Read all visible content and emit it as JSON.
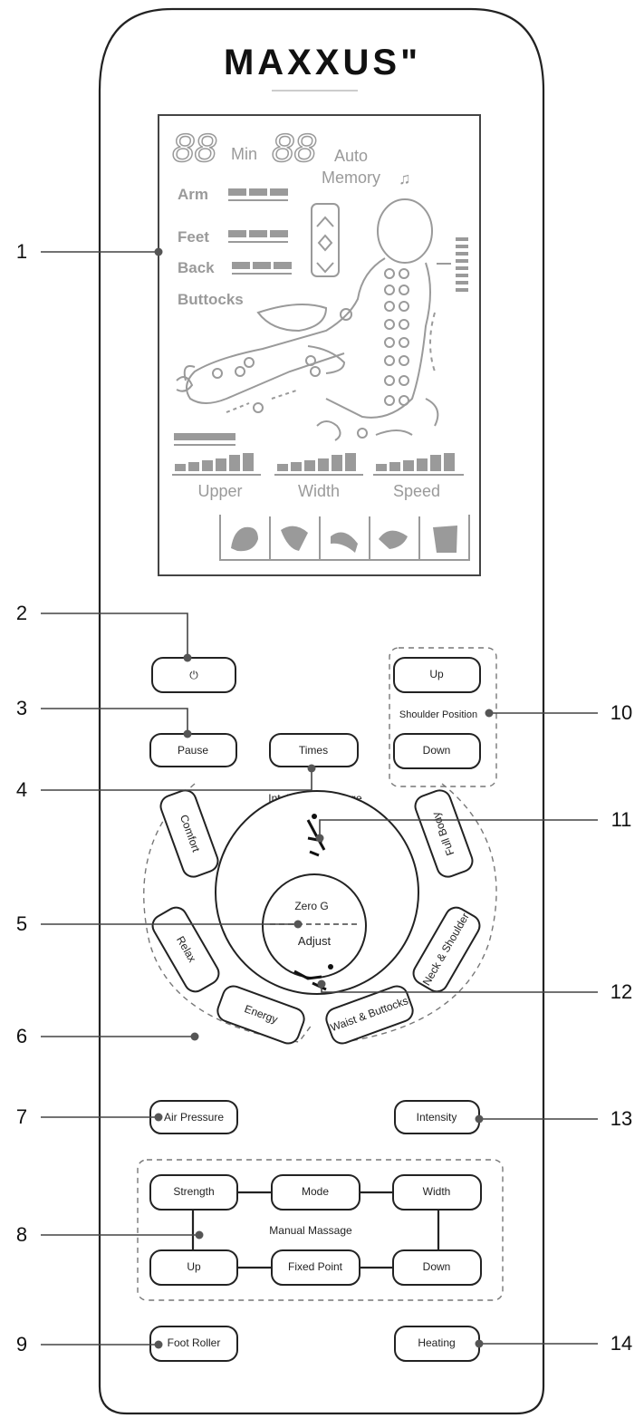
{
  "brand": "MAXXUS\"",
  "lcd": {
    "digits_left": "88",
    "unit_min": "Min",
    "digits_right": "88",
    "auto": "Auto",
    "memory": "Memory",
    "music_icon": "♫",
    "arm": "Arm",
    "feet": "Feet",
    "back": "Back",
    "buttocks": "Buttocks",
    "upper": "Upper",
    "width": "Width",
    "speed": "Speed"
  },
  "buttons": {
    "power": "⏻",
    "pause": "Pause",
    "times": "Times",
    "intelligent_massage": "Intelligent Massage",
    "shoulder_up": "Up",
    "shoulder_position": "Shoulder Position",
    "shoulder_down": "Down",
    "comfort": "Comfort",
    "relax": "Relax",
    "energy": "Energy",
    "waist_buttocks": "Waist & Buttocks",
    "neck_shoulder": "Neck & Shoulder",
    "full_body": "Full Body",
    "zero_g": "Zero G",
    "adjust": "Adjust",
    "air_pressure": "Air Pressure",
    "intensity": "Intensity",
    "strength": "Strength",
    "mode": "Mode",
    "width": "Width",
    "manual_massage": "Manual Massage",
    "manual_up": "Up",
    "fixed_point": "Fixed Point",
    "manual_down": "Down",
    "foot_roller": "Foot Roller",
    "heating": "Heating"
  },
  "callouts": [
    "1",
    "2",
    "3",
    "4",
    "5",
    "6",
    "7",
    "8",
    "9",
    "10",
    "11",
    "12",
    "13",
    "14"
  ]
}
